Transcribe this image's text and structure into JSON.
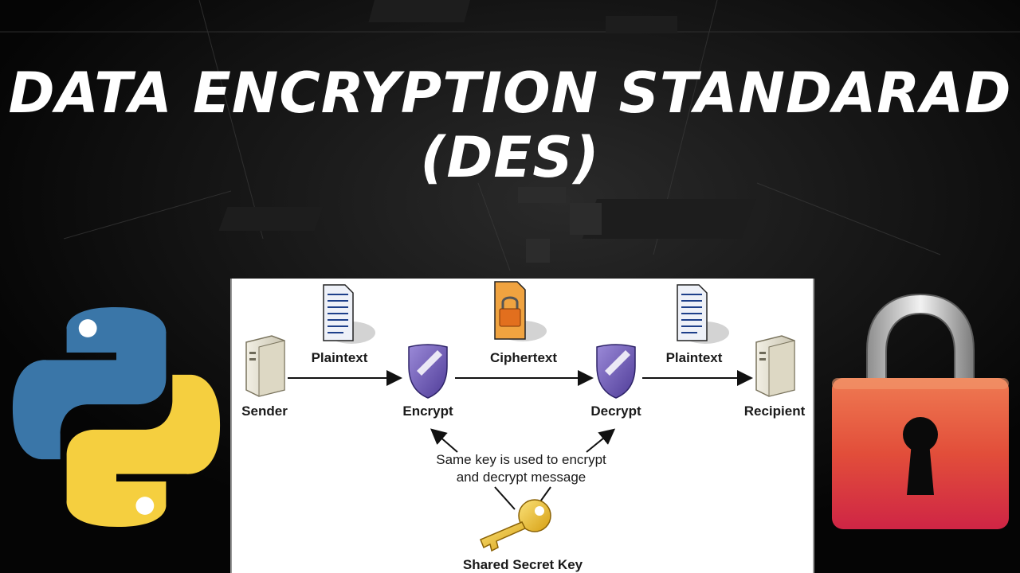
{
  "title": {
    "line1": "DATA ENCRYPTION STANDARAD",
    "line2": "(DES)"
  },
  "diagram": {
    "nodes": {
      "sender": "Sender",
      "encrypt": "Encrypt",
      "decrypt": "Decrypt",
      "recipient": "Recipient"
    },
    "edges": {
      "plaintext_in": "Plaintext",
      "ciphertext": "Ciphertext",
      "plaintext_out": "Plaintext"
    },
    "note_line1": "Same key is used to encrypt",
    "note_line2": "and decrypt message",
    "key_label": "Shared Secret Key"
  },
  "icons": {
    "left": "python-logo-icon",
    "right": "padlock-icon"
  },
  "colors": {
    "background": "#050505",
    "title": "#ffffff",
    "python_blue": "#3a76a8",
    "python_yellow": "#f5cf3f",
    "lock_red": "#d93c3c",
    "shield_purple": "#6d5ab3",
    "key_gold": "#e8b81c"
  }
}
